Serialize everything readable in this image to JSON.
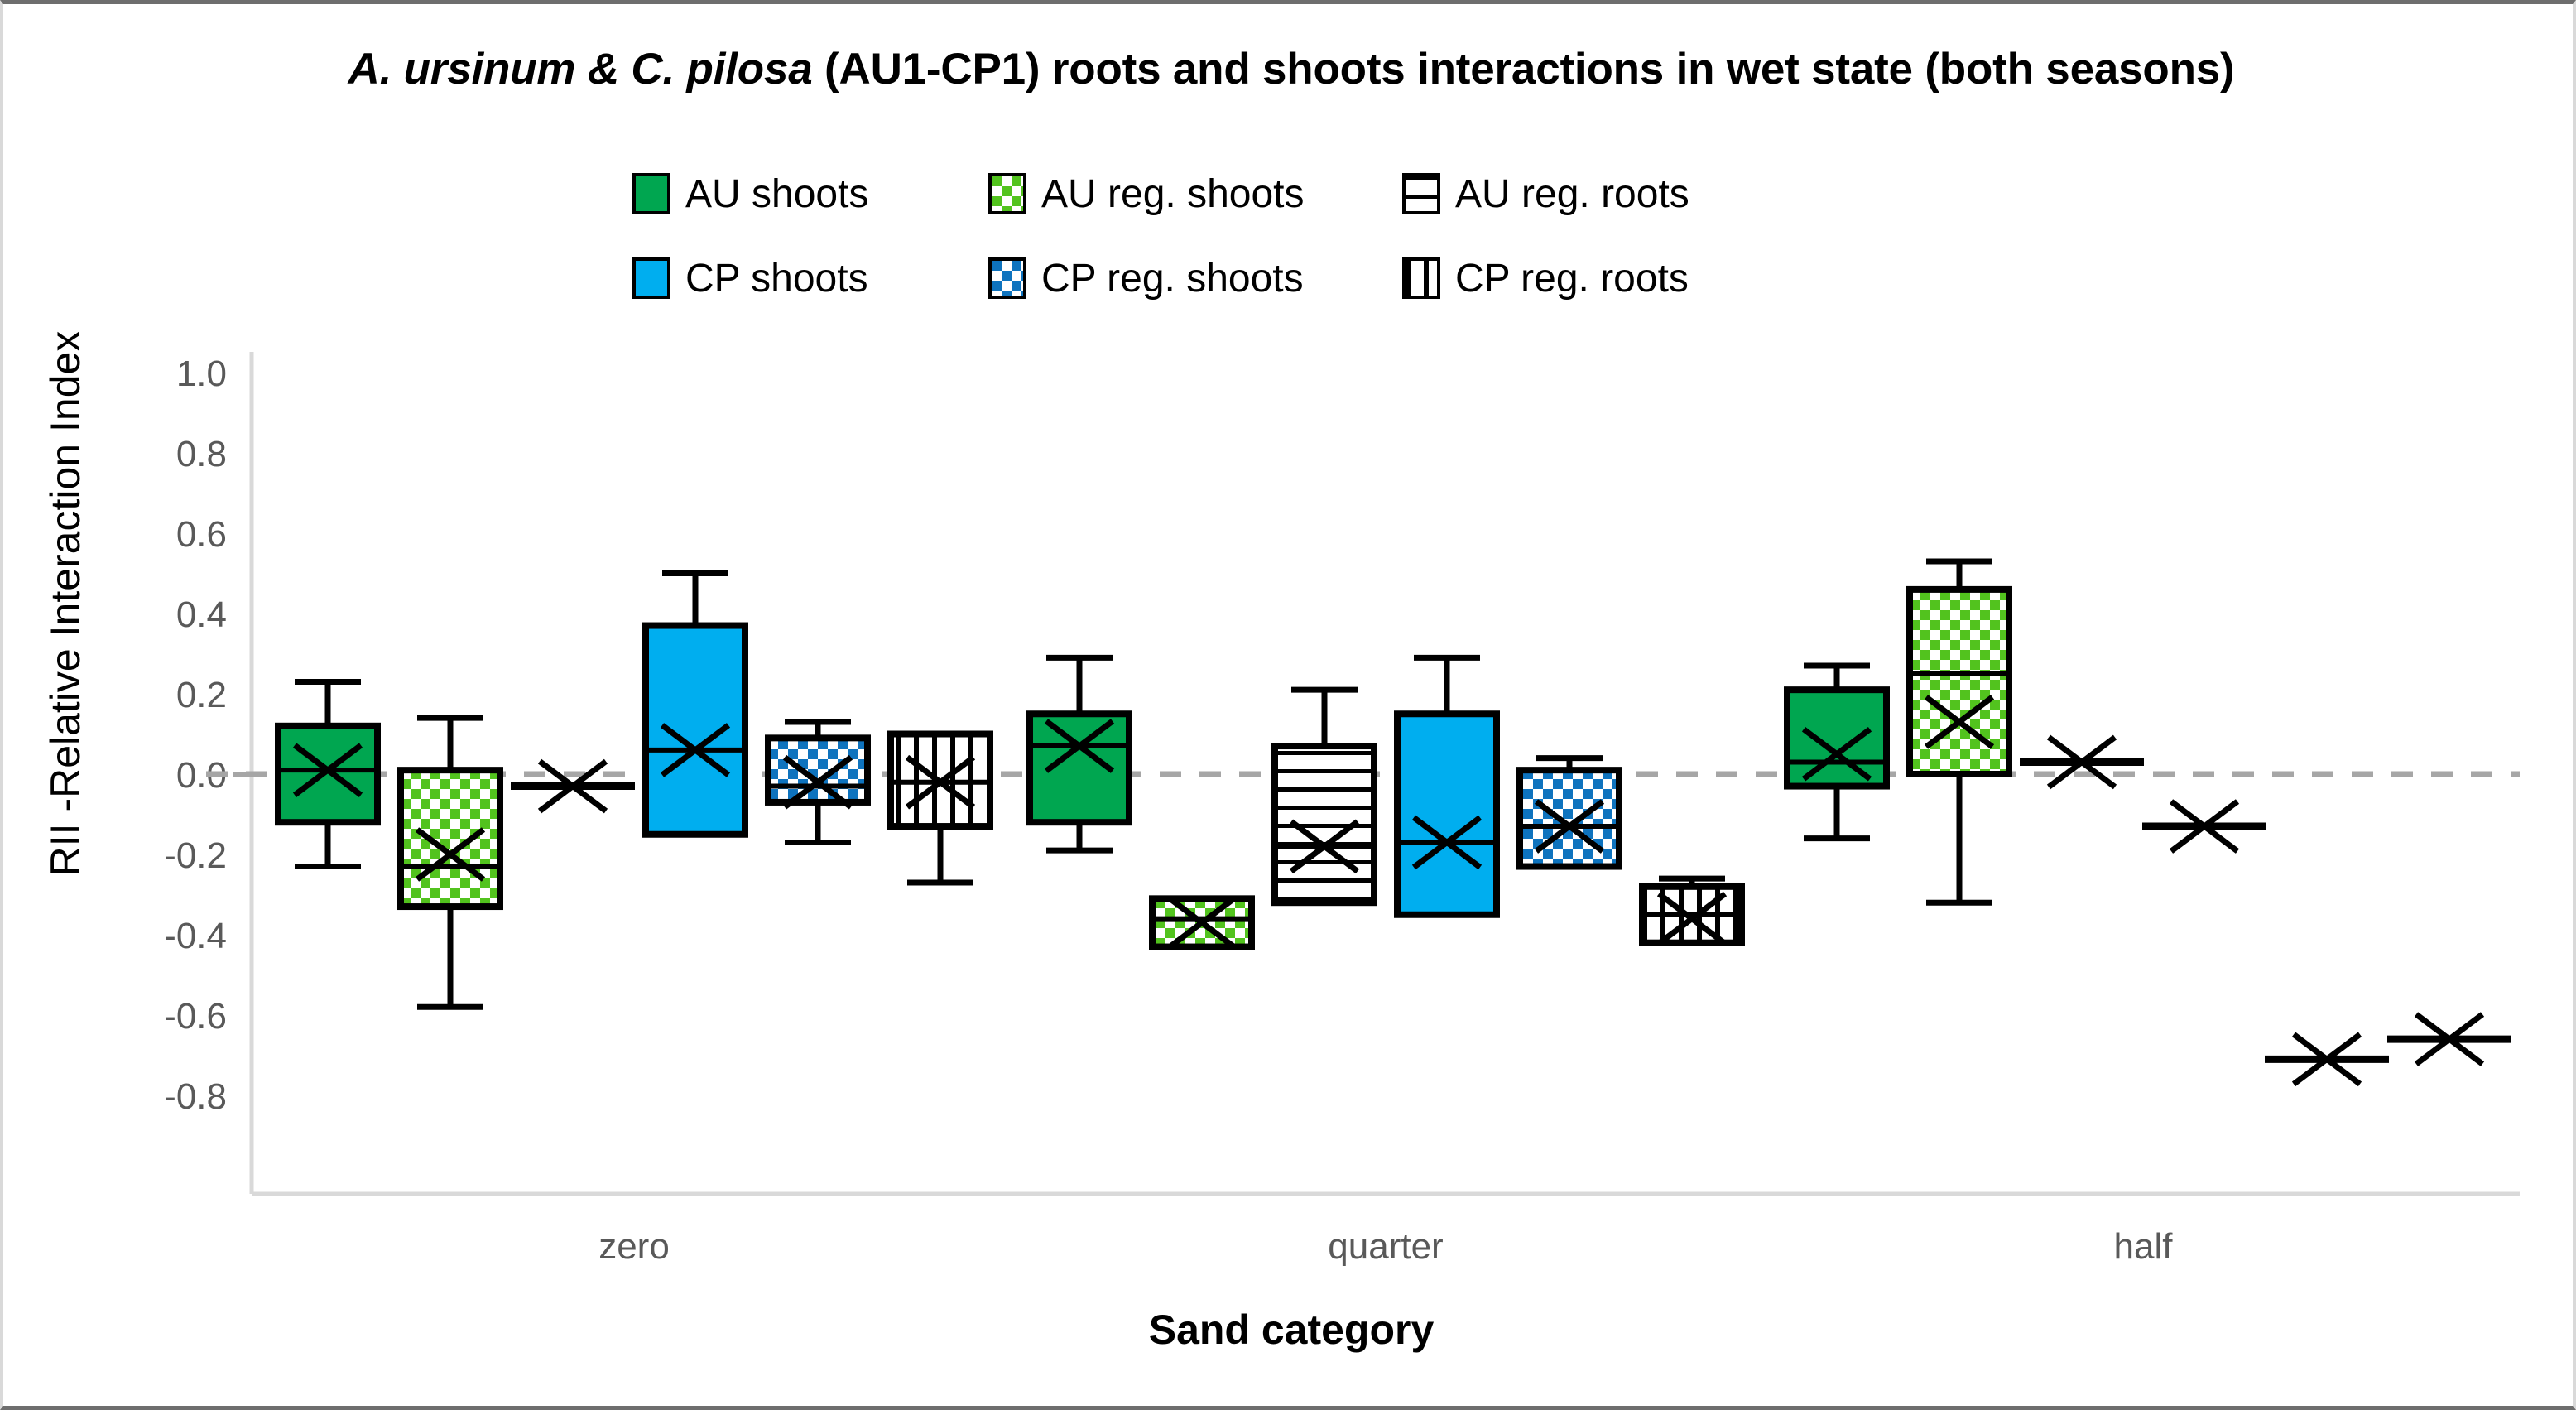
{
  "title": {
    "italic_part": "A. ursinum & C. pilosa",
    "rest": " (AU1-CP1) roots and shoots interactions in wet state (both seasons)",
    "full": "A. ursinum & C. pilosa (AU1-CP1) roots and shoots interactions in wet state (both seasons)"
  },
  "colors": {
    "au_green": "#00A650",
    "au_reg_green": "#52C31E",
    "cp_blue": "#00AEEF",
    "cp_reg_blue": "#0E73BE",
    "outline": "#000000",
    "axis": "#D9D9D9",
    "tick_text": "#595959",
    "zero_line": "#A6A6A6"
  },
  "legend": {
    "items": [
      {
        "label": "AU shoots",
        "pattern": "solid-green",
        "icon": "legend-swatch-au-shoots"
      },
      {
        "label": "AU reg. shoots",
        "pattern": "checker-green",
        "icon": "legend-swatch-au-reg-shoots"
      },
      {
        "label": "AU reg. roots",
        "pattern": "horizontal-stripes",
        "icon": "legend-swatch-au-reg-roots"
      },
      {
        "label": "CP shoots",
        "pattern": "solid-blue",
        "icon": "legend-swatch-cp-shoots"
      },
      {
        "label": "CP reg. shoots",
        "pattern": "checker-blue",
        "icon": "legend-swatch-cp-reg-shoots"
      },
      {
        "label": "CP reg. roots",
        "pattern": "vertical-stripes",
        "icon": "legend-swatch-cp-reg-roots"
      }
    ]
  },
  "chart_data": {
    "type": "box",
    "title": "A. ursinum & C. pilosa (AU1-CP1) roots and shoots interactions in wet state (both seasons)",
    "xlabel": "Sand category",
    "ylabel": "RII -Relative Interaction Index",
    "ylim": [
      -0.9,
      1.0
    ],
    "yticks": [
      1.0,
      0.8,
      0.6,
      0.4,
      0.2,
      0.0,
      -0.2,
      -0.4,
      -0.6,
      -0.8
    ],
    "ytick_labels": [
      "1.0",
      "0.8",
      "0.6",
      "0.4",
      "0.2",
      "0.0",
      "-0.2",
      "-0.4",
      "-0.6",
      "-0.8"
    ],
    "categories": [
      "zero",
      "quarter",
      "half"
    ],
    "grid": false,
    "legend_position": "top",
    "reference_line": {
      "value": 0.0,
      "style": "dashed",
      "color": "#A6A6A6"
    },
    "series": [
      {
        "name": "AU shoots",
        "pattern": "solid-green"
      },
      {
        "name": "AU reg. shoots",
        "pattern": "checker-green"
      },
      {
        "name": "AU reg. roots",
        "pattern": "horizontal-stripes"
      },
      {
        "name": "CP shoots",
        "pattern": "solid-blue"
      },
      {
        "name": "CP reg. shoots",
        "pattern": "checker-blue"
      },
      {
        "name": "CP reg. roots",
        "pattern": "vertical-stripes"
      }
    ],
    "boxes": [
      {
        "category": "zero",
        "series": "AU shoots",
        "whisker_low": -0.23,
        "q1": -0.12,
        "median": 0.01,
        "q3": 0.12,
        "whisker_high": 0.23,
        "mean": 0.01
      },
      {
        "category": "zero",
        "series": "AU reg. shoots",
        "whisker_low": -0.58,
        "q1": -0.33,
        "median": -0.23,
        "q3": 0.01,
        "whisker_high": 0.14,
        "mean": -0.2
      },
      {
        "category": "zero",
        "series": "AU reg. roots",
        "whisker_low": -0.03,
        "q1": -0.03,
        "median": -0.03,
        "q3": -0.03,
        "whisker_high": -0.03,
        "mean": -0.03
      },
      {
        "category": "zero",
        "series": "CP shoots",
        "whisker_low": -0.15,
        "q1": -0.15,
        "median": 0.06,
        "q3": 0.37,
        "whisker_high": 0.5,
        "mean": 0.06
      },
      {
        "category": "zero",
        "series": "CP reg. shoots",
        "whisker_low": -0.17,
        "q1": -0.07,
        "median": -0.03,
        "q3": 0.09,
        "whisker_high": 0.13,
        "mean": -0.02
      },
      {
        "category": "zero",
        "series": "CP reg. roots",
        "whisker_low": -0.27,
        "q1": -0.13,
        "median": -0.02,
        "q3": 0.1,
        "whisker_high": 0.1,
        "mean": -0.02
      }
    ],
    "boxes_quarter": [
      {
        "category": "quarter",
        "series": "AU shoots",
        "whisker_low": -0.19,
        "q1": -0.12,
        "median": 0.07,
        "q3": 0.15,
        "whisker_high": 0.29,
        "mean": 0.07
      },
      {
        "category": "quarter",
        "series": "AU reg. shoots",
        "whisker_low": -0.43,
        "q1": -0.43,
        "median": -0.36,
        "q3": -0.31,
        "whisker_high": -0.31,
        "mean": -0.37
      },
      {
        "category": "quarter",
        "series": "AU reg. roots",
        "whisker_low": -0.32,
        "q1": -0.32,
        "median": -0.18,
        "q3": 0.07,
        "whisker_high": 0.21,
        "mean": -0.18
      },
      {
        "category": "quarter",
        "series": "CP shoots",
        "whisker_low": -0.35,
        "q1": -0.35,
        "median": -0.17,
        "q3": 0.15,
        "whisker_high": 0.29,
        "mean": -0.17
      },
      {
        "category": "quarter",
        "series": "CP reg. shoots",
        "whisker_low": -0.23,
        "q1": -0.23,
        "median": -0.13,
        "q3": 0.01,
        "whisker_high": 0.04,
        "mean": -0.13
      },
      {
        "category": "quarter",
        "series": "CP reg. roots",
        "whisker_low": -0.42,
        "q1": -0.42,
        "median": -0.35,
        "q3": -0.28,
        "whisker_high": -0.26,
        "mean": -0.36
      }
    ],
    "boxes_half": [
      {
        "category": "half",
        "series": "AU shoots",
        "whisker_low": -0.16,
        "q1": -0.03,
        "median": 0.03,
        "q3": 0.21,
        "whisker_high": 0.27,
        "mean": 0.05
      },
      {
        "category": "half",
        "series": "AU reg. shoots",
        "whisker_low": -0.32,
        "q1": 0.0,
        "median": 0.25,
        "q3": 0.46,
        "whisker_high": 0.53,
        "mean": 0.13
      },
      {
        "category": "half",
        "series": "AU reg. roots",
        "whisker_low": 0.03,
        "q1": 0.03,
        "median": 0.03,
        "q3": 0.03,
        "whisker_high": 0.03,
        "mean": 0.03
      },
      {
        "category": "half",
        "series": "CP shoots",
        "whisker_low": -0.13,
        "q1": -0.13,
        "median": -0.13,
        "q3": -0.13,
        "whisker_high": -0.13,
        "mean": -0.13
      },
      {
        "category": "half",
        "series": "CP reg. shoots",
        "whisker_low": -0.71,
        "q1": -0.71,
        "median": -0.71,
        "q3": -0.71,
        "whisker_high": -0.71,
        "mean": -0.71
      },
      {
        "category": "half",
        "series": "CP reg. roots",
        "whisker_low": -0.66,
        "q1": -0.66,
        "median": -0.66,
        "q3": -0.66,
        "whisker_high": -0.66,
        "mean": -0.66
      }
    ]
  }
}
